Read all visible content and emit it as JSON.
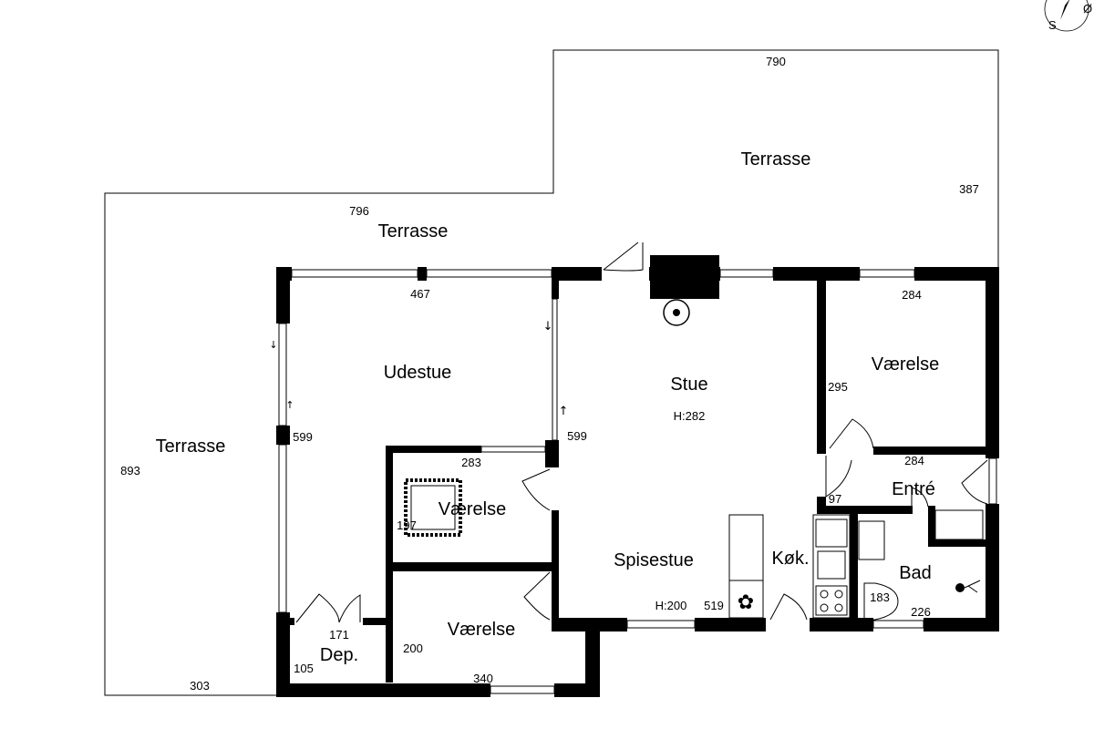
{
  "rooms": {
    "terrasse_top": "Terrasse",
    "terrasse_mid": "Terrasse",
    "terrasse_left": "Terrasse",
    "udestue": "Udestue",
    "stue": "Stue",
    "stue_height": "H:282",
    "vaerelse_ne": "Værelse",
    "vaerelse_mid": "Værelse",
    "vaerelse_bottom": "Værelse",
    "entre": "Entré",
    "spisestue": "Spisestue",
    "spisestue_height": "H:200",
    "kok": "Køk.",
    "bad": "Bad",
    "dep": "Dep."
  },
  "dimensions": {
    "top_terrace_width": "790",
    "top_terrace_height": "387",
    "mid_terrace_width": "796",
    "left_terrace_height": "893",
    "left_terrace_bottom": "303",
    "udestue_width": "467",
    "udestue_left_height": "599",
    "udestue_right_height": "599",
    "vaerelse_ne_width": "284",
    "vaerelse_ne_height": "295",
    "entre_width": "284",
    "entre_height": "97",
    "vaerelse_mid_width": "283",
    "vaerelse_mid_height": "197",
    "spisestue_width": "519",
    "bad_width": "226",
    "bad_height": "183",
    "dep_width": "171",
    "dep_height": "105",
    "vaerelse_bottom_width": "340",
    "vaerelse_bottom_height": "200"
  },
  "compass": {
    "south_label": "S",
    "east_label": "Ø"
  }
}
